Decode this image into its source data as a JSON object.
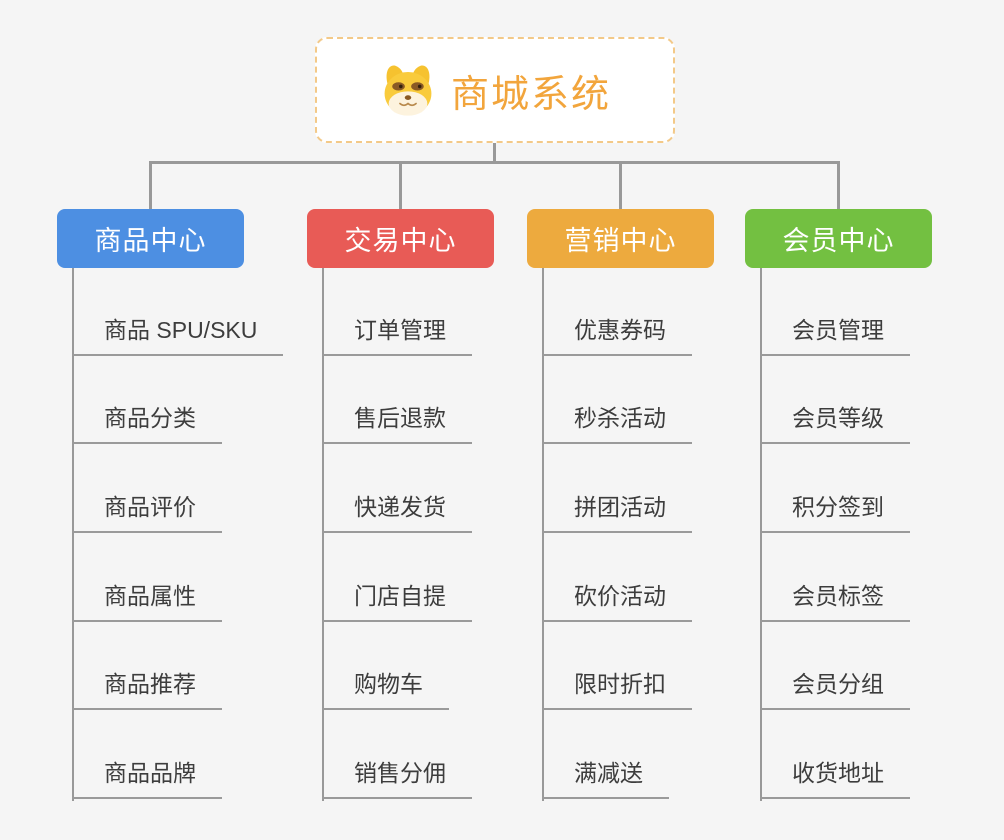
{
  "canvas": {
    "background": "#f5f5f5",
    "connector_color": "#999999"
  },
  "root": {
    "title": "商城系统",
    "icon": "dog-face-icon",
    "title_color": "#f2a53c",
    "border_color": "#f3c988"
  },
  "branches": [
    {
      "label": "商品中心",
      "color": "#4d8fe2",
      "children": [
        "商品 SPU/SKU",
        "商品分类",
        "商品评价",
        "商品属性",
        "商品推荐",
        "商品品牌"
      ]
    },
    {
      "label": "交易中心",
      "color": "#e85b56",
      "children": [
        "订单管理",
        "售后退款",
        "快递发货",
        "门店自提",
        "购物车",
        "销售分佣"
      ]
    },
    {
      "label": "营销中心",
      "color": "#edaa3e",
      "children": [
        "优惠券码",
        "秒杀活动",
        "拼团活动",
        "砍价活动",
        "限时折扣",
        "满减送"
      ]
    },
    {
      "label": "会员中心",
      "color": "#73c041",
      "children": [
        "会员管理",
        "会员等级",
        "积分签到",
        "会员标签",
        "会员分组",
        "收货地址"
      ]
    }
  ]
}
